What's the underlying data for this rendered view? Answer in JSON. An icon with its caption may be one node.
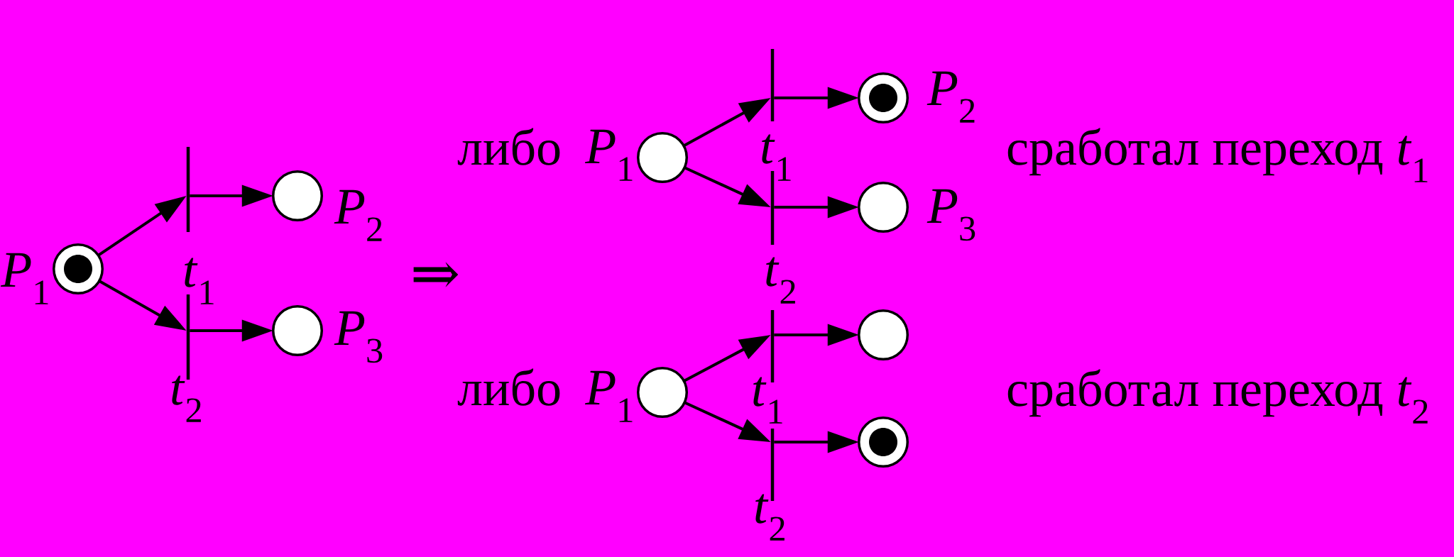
{
  "diagram": {
    "nodes": [
      {
        "text": [],
        "shape": "circle",
        "beside": [
          "*P*$_{1}$"
        ]
      },
      {
        "text": [],
        "shape": "dot",
        "in": 0
      },
      {
        "text": [],
        "shape": "bar",
        "beside": [
          "*t*$_{1}$"
        ]
      },
      {
        "text": [],
        "shape": "bar",
        "beside": [
          "*t*$_{2}$"
        ]
      },
      {
        "text": [],
        "shape": "circle",
        "beside": [
          "*P*$_{2}$"
        ]
      },
      {
        "text": [],
        "shape": "circle",
        "beside": [
          "*P*$_{3}$"
        ]
      },
      {
        "text": [],
        "shape": "circle",
        "beside": [
          "*P*$_{1}$"
        ]
      },
      {
        "text": [],
        "shape": "bar",
        "beside": [
          "*t*$_{1}$"
        ]
      },
      {
        "text": [],
        "shape": "bar",
        "beside": [
          "*t*$_{2}$"
        ]
      },
      {
        "text": [],
        "shape": "circle",
        "beside": [
          "*P*$_{2}$"
        ]
      },
      {
        "text": [],
        "shape": "dot",
        "in": 9
      },
      {
        "text": [],
        "shape": "circle",
        "beside": [
          "*P*$_{3}$"
        ]
      },
      {
        "text": [],
        "shape": "circle",
        "beside": [
          "*P*$_{1}$"
        ]
      },
      {
        "text": [],
        "shape": "bar",
        "beside": [
          "*t*$_{1}$"
        ]
      },
      {
        "text": [],
        "shape": "bar",
        "beside": [
          "*t*$_{2}$"
        ]
      },
      {
        "text": [],
        "shape": "circle"
      },
      {
        "text": [],
        "shape": "circle"
      },
      {
        "text": [],
        "shape": "dot",
        "in": 16
      }
    ],
    "edges": [
      {
        "from": 0,
        "to": 2,
        "arrow": "to"
      },
      {
        "from": 0,
        "to": 3,
        "arrow": "to"
      },
      {
        "from": 2,
        "to": 4,
        "arrow": "to"
      },
      {
        "from": 3,
        "to": 5,
        "arrow": "to"
      },
      {
        "from": 6,
        "to": 7,
        "arrow": "to"
      },
      {
        "from": 6,
        "to": 8,
        "arrow": "to"
      },
      {
        "from": 7,
        "to": 9,
        "arrow": "to"
      },
      {
        "from": 8,
        "to": 11,
        "arrow": "to"
      },
      {
        "from": 12,
        "to": 13,
        "arrow": "to"
      },
      {
        "from": 12,
        "to": 14,
        "arrow": "to"
      },
      {
        "from": 13,
        "to": 15,
        "arrow": "to"
      },
      {
        "from": 14,
        "to": 16,
        "arrow": "to"
      }
    ],
    "labels": [
      "либо",
      "сработал переход *t*$_{1}$",
      "⇒",
      "либо",
      "сработал переход *t*$_{2}$"
    ]
  }
}
